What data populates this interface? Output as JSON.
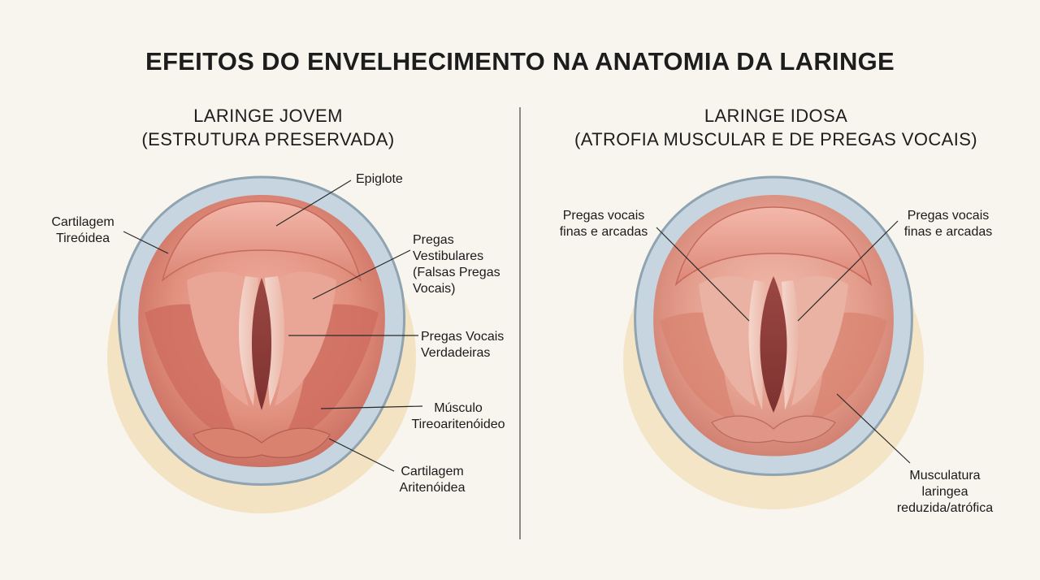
{
  "title": "EFEITOS DO ENVELHECIMENTO NA ANATOMIA DA LARINGE",
  "left_panel": {
    "title_line1": "LARINGE JOVEM",
    "title_line2": "(ESTRUTURA PRESERVADA)",
    "labels": {
      "epiglote": [
        "Epiglote"
      ],
      "cartilagem_tireoidea": [
        "Cartilagem",
        "Tireóidea"
      ],
      "pregas_vestibulares": [
        "Pregas",
        "Vestibulares",
        "(Falsas Pregas",
        "Vocais)"
      ],
      "pregas_vocais_verdadeiras": [
        "Pregas Vocais",
        "Verdadeiras"
      ],
      "musculo_tireoaritenoideo": [
        "Músculo",
        "Tireoaritenóideo"
      ],
      "cartilagem_aritenoidea": [
        "Cartilagem",
        "Aritenóidea"
      ]
    }
  },
  "right_panel": {
    "title_line1": "LARINGE IDOSA",
    "title_line2": "(ATROFIA MUSCULAR E DE PREGAS VOCAIS)",
    "labels": {
      "pregas_finas_esquerda": [
        "Pregas vocais",
        "finas e arcadas"
      ],
      "pregas_finas_direita": [
        "Pregas vocais",
        "finas e arcadas"
      ],
      "musculatura_reduzida": [
        "Musculatura",
        "laringea",
        "reduzida/atrófica"
      ]
    }
  },
  "colors": {
    "background": "#f7f5ee",
    "cartilage_ring": "#c3d3de",
    "tissue": "#e08e82",
    "muscle": "#cf6e62",
    "glottis": "#8e3e3a"
  }
}
